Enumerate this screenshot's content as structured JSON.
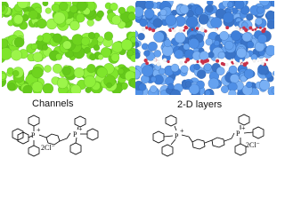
{
  "figure": {
    "left_panel": {
      "caption": "Channels",
      "color": "#7fe52b"
    },
    "right_panel": {
      "caption": "2-D layers",
      "color": "#4f8fe6",
      "linker_color": "#c8324a"
    }
  },
  "structures": {
    "left": {
      "phosphorus_label": "P",
      "charge_label": "+",
      "counterion_label": "2Cl⁻"
    },
    "right": {
      "phosphorus_label_1": "P",
      "charge_label_1": "+",
      "phosphorus_label_2": "P",
      "charge_label_2": "+",
      "counterion_label": "2Cl⁻"
    }
  }
}
